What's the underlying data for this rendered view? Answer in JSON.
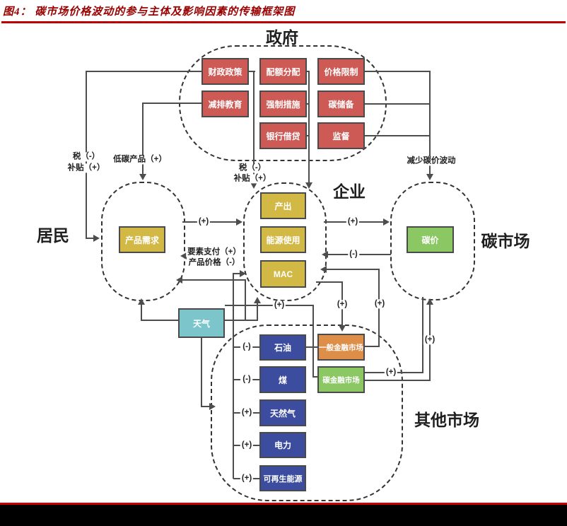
{
  "header": {
    "title": "图4： 碳市场价格波动的参与主体及影响因素的传输框架图"
  },
  "groups": {
    "government": {
      "label": "政府"
    },
    "residents": {
      "label": "居民"
    },
    "enterprise": {
      "label": "企业"
    },
    "carbon_market": {
      "label": "碳市场"
    },
    "other_markets": {
      "label": "其他市场"
    }
  },
  "boxes": {
    "fiscal_policy": "财政政策",
    "emission_education": "减排教育",
    "quota_allocation": "配额分配",
    "mandatory_measures": "强制措施",
    "bank_lending": "银行借贷",
    "price_limit": "价格限制",
    "carbon_reserve": "碳储备",
    "supervision": "监督",
    "product_demand": "产品需求",
    "output": "产出",
    "energy_use": "能源使用",
    "mac": "MAC",
    "carbon_price": "碳价",
    "weather": "天气",
    "oil": "石油",
    "coal": "煤",
    "natural_gas": "天然气",
    "electricity": "电力",
    "renewable_energy": "可再生能源",
    "general_financial_market": "一般金融市场",
    "carbon_financial_market": "碳金融市场"
  },
  "edge_labels": {
    "tax_minus": "税（-）",
    "subsidy_plus": "补贴（+）",
    "low_carbon_product_plus": "低碳产品（+）",
    "reduce_carbon_price_fluctuation": "减少碳价波动",
    "factor_payment_plus": "要素支付（+）",
    "product_price_minus": "产品价格（-）",
    "plus": "(+)",
    "minus": "(-)"
  },
  "colors": {
    "title_red": "#990000",
    "rule_red": "#cc0000",
    "policy_box_red": "#cd5a55",
    "enterprise_box_yellow": "#d2b844",
    "market_box_green": "#8bc763",
    "finance_box_orange": "#dd8e49",
    "energy_box_navy": "#3c4c9e",
    "weather_box_teal": "#7cc6cb",
    "line_gray": "#4d4d4d",
    "footer_black": "#000000"
  }
}
